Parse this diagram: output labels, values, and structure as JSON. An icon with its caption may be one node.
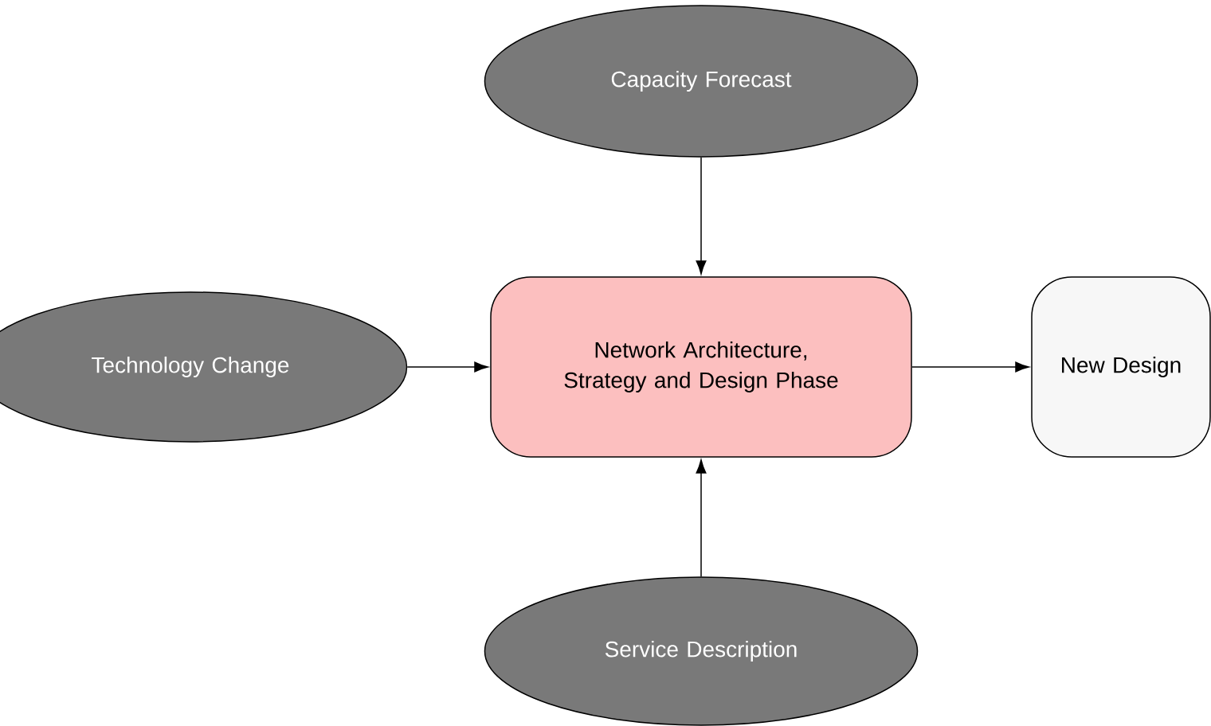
{
  "diagram": {
    "nodes": [
      {
        "text": [
          "Capacity Forecast"
        ]
      },
      {
        "text": [
          "Technology Change"
        ]
      },
      {
        "text": [
          "Network Architecture, Strategy and Design Phase"
        ]
      },
      {
        "text": [
          "New Design"
        ]
      },
      {
        "text": [
          "Service Description"
        ]
      }
    ],
    "edges": [
      {
        "from": 0,
        "to": 2,
        "arrow": "to"
      },
      {
        "from": 1,
        "to": 2,
        "arrow": "to"
      },
      {
        "from": 4,
        "to": 2,
        "arrow": "to"
      },
      {
        "from": 2,
        "to": 3,
        "arrow": "to"
      }
    ]
  }
}
